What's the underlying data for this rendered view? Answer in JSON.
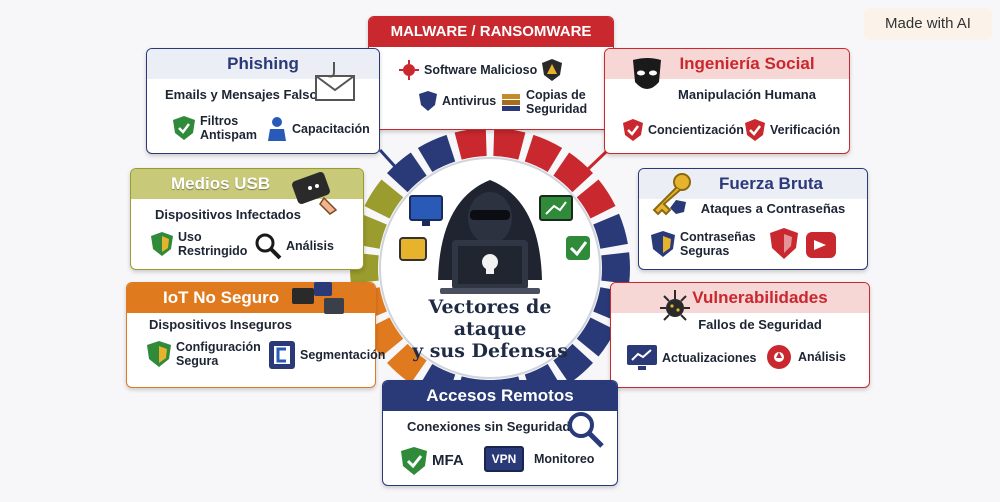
{
  "badge": "Made with AI",
  "center": {
    "title_line1": "Vectores de ataque",
    "title_line2": "y sus Defensas"
  },
  "malware": {
    "title": "MALWARE / RANSOMWARE",
    "threat": "Software Malicioso",
    "defense_1": "Antivirus",
    "defense_2_line1": "Copias de",
    "defense_2_line2": "Seguridad"
  },
  "phishing": {
    "title": "Phishing",
    "threat": "Emails y Mensajes Falsos",
    "defense_1_line1": "Filtros",
    "defense_1_line2": "Antispam",
    "defense_2": "Capacitación"
  },
  "social": {
    "title": "Ingeniería Social",
    "threat": "Manipulación Humana",
    "defense_1": "Concientización",
    "defense_2": "Verificación"
  },
  "usb": {
    "title": "Medios USB",
    "threat": "Dispositivos Infectados",
    "defense_1_line1": "Uso",
    "defense_1_line2": "Restringido",
    "defense_2": "Análisis"
  },
  "brute": {
    "title": "Fuerza Bruta",
    "threat": "Ataques a Contraseñas",
    "defense_1_line1": "Contraseñas",
    "defense_1_line2": "Seguras"
  },
  "iot": {
    "title": "IoT No Seguro",
    "threat": "Dispositivos Inseguros",
    "defense_1_line1": "Configuración",
    "defense_1_line2": "Segura",
    "defense_2": "Segmentación"
  },
  "vuln": {
    "title": "Vulnerabilidades",
    "threat": "Fallos de Seguridad",
    "defense_1": "Actualizaciones",
    "defense_2": "Análisis"
  },
  "remote": {
    "title": "Accesos Remotos",
    "threat": "Conexiones sin Seguridad",
    "defense_1": "MFA",
    "defense_2_label": "VPN",
    "defense_3": "Monitoreo"
  },
  "colors": {
    "red": "#c8282e",
    "navy": "#2a3a78",
    "olive": "#9a9c2e",
    "orange": "#e07a1f",
    "green": "#2f8a3a"
  }
}
